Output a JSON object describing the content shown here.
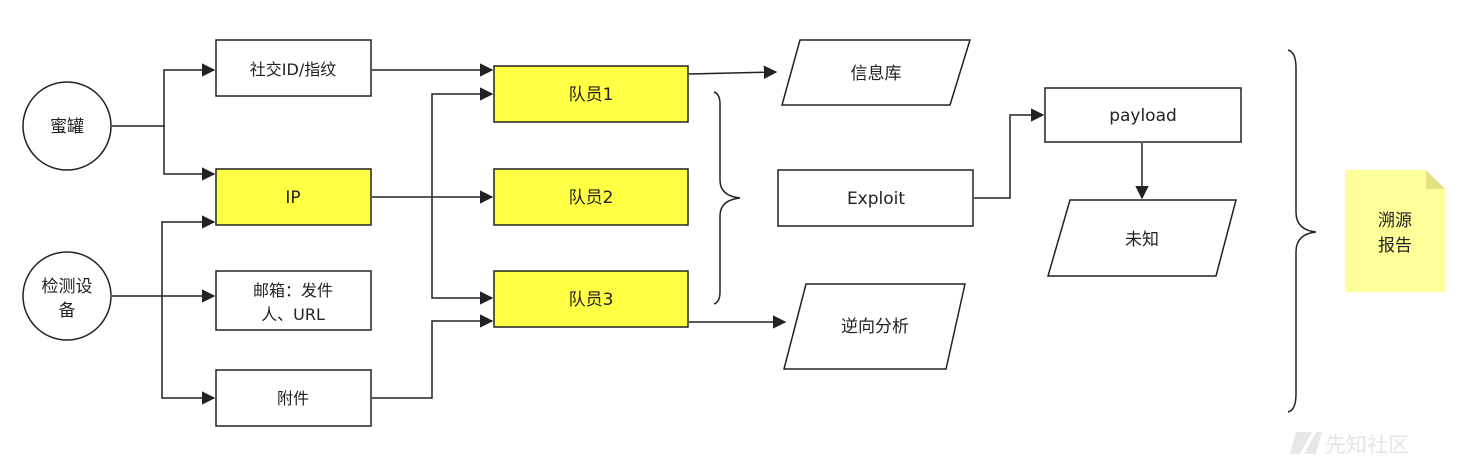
{
  "nodes": {
    "honeypot": "蜜罐",
    "detect_line1": "检测设",
    "detect_line2": "备",
    "social": "社交ID/指纹",
    "ip": "IP",
    "email_line1": "邮箱：发件",
    "email_line2": "人、URL",
    "attachment": "附件",
    "member1": "队员1",
    "member2": "队员2",
    "member3": "队员3",
    "info_db": "信息库",
    "exploit": "Exploit",
    "reverse": "逆向分析",
    "payload": "payload",
    "unknown": "未知",
    "report_line1": "溯源",
    "report_line2": "报告"
  },
  "watermark": "先知社区",
  "colors": {
    "highlight": "#ffff44",
    "note": "#ffff99",
    "stroke": "#222222"
  }
}
